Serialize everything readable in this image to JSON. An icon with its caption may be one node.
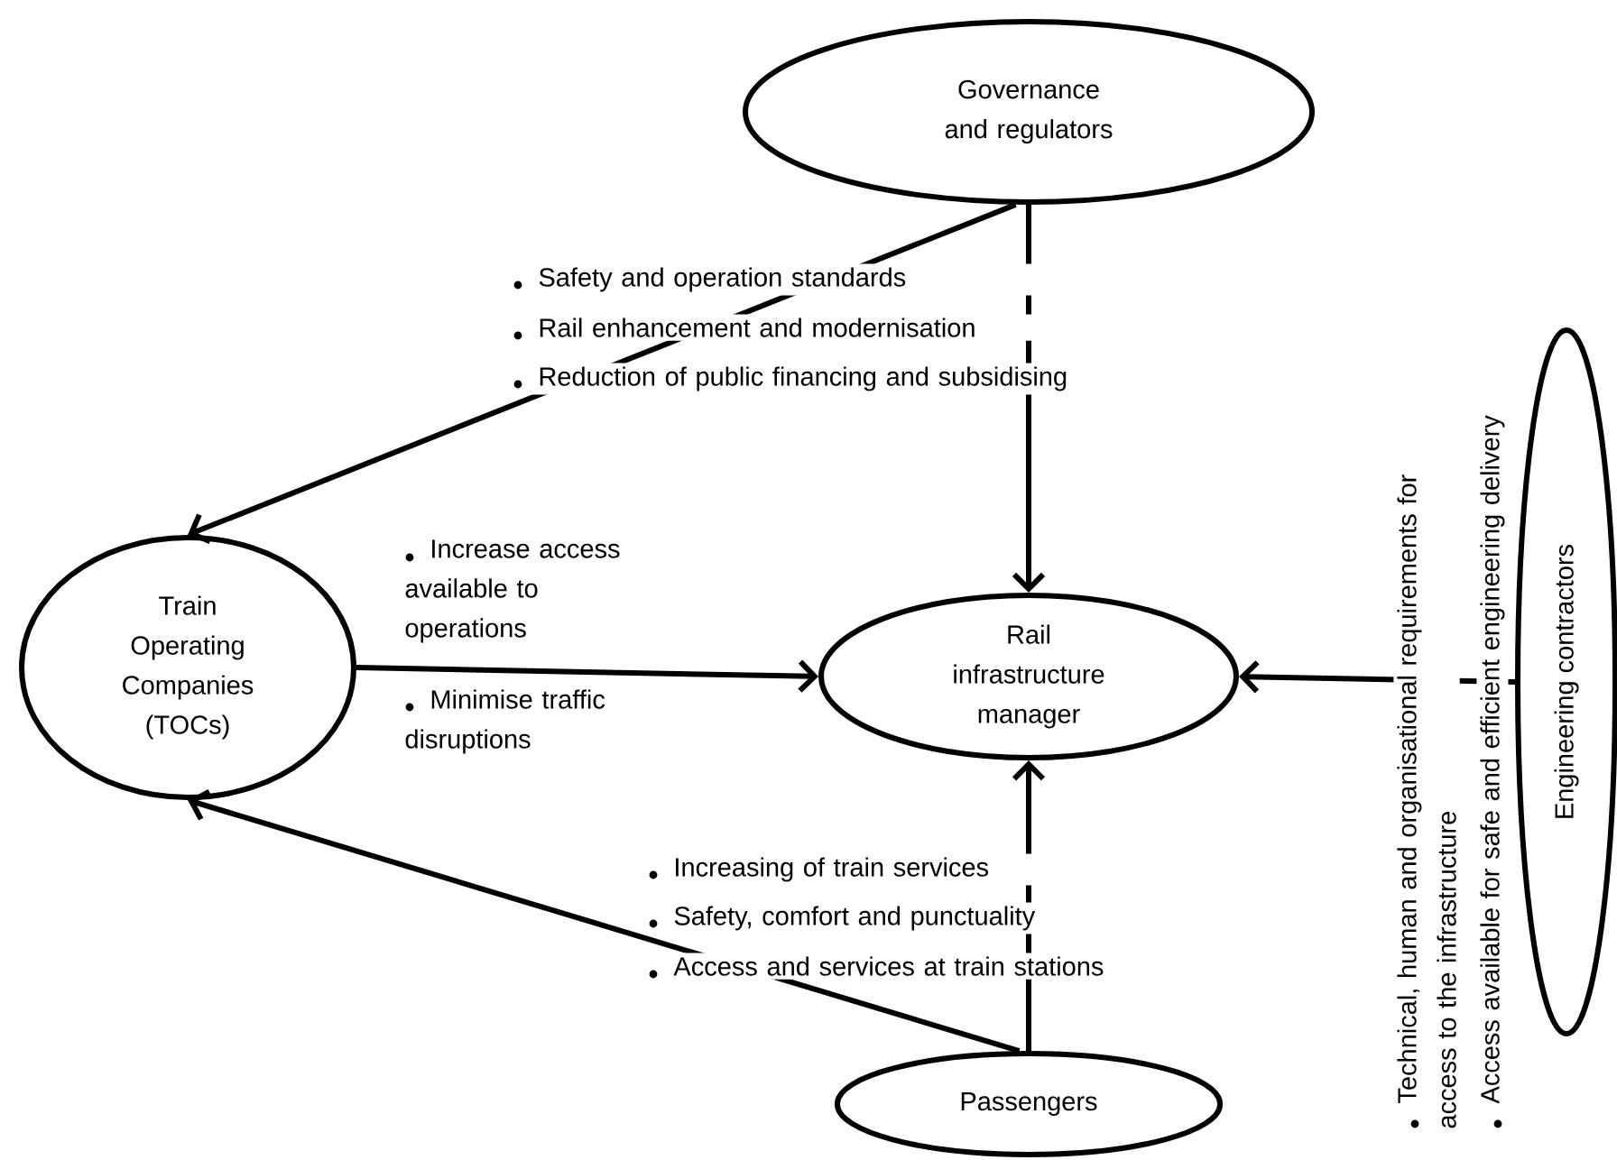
{
  "diagram": {
    "nodes": [
      {
        "text": [
          "Governance and regulators"
        ]
      },
      {
        "text": [
          "Rail infrastructure manager"
        ]
      },
      {
        "text": [
          "Train Operating Companies (TOCs)"
        ]
      },
      {
        "text": [
          "Passengers"
        ]
      },
      {
        "text": [
          "Engineering contractors"
        ]
      }
    ],
    "edges": [
      {
        "from": 0,
        "to": 1,
        "arrow": "to"
      },
      {
        "from": 0,
        "to": 2,
        "arrow": "to"
      },
      {
        "from": 2,
        "to": 1,
        "arrow": "to"
      },
      {
        "from": 3,
        "to": 1,
        "arrow": "to"
      },
      {
        "from": 3,
        "to": 2,
        "arrow": "to"
      },
      {
        "from": 4,
        "to": 1,
        "arrow": "to"
      }
    ],
    "labels": [
      "Safety and operation standards",
      "Rail enhancement and modernisation",
      "Reduction of public financing and subsidising",
      "Increase access available to operations",
      "Minimise traffic disruptions",
      "Increasing of train services",
      "Safety, comfort and punctuality",
      "Access and services at train stations",
      "Technical, human and organisational requirements for access to the infrastructure",
      "Access available for safe and efficient engineering delivery"
    ]
  }
}
